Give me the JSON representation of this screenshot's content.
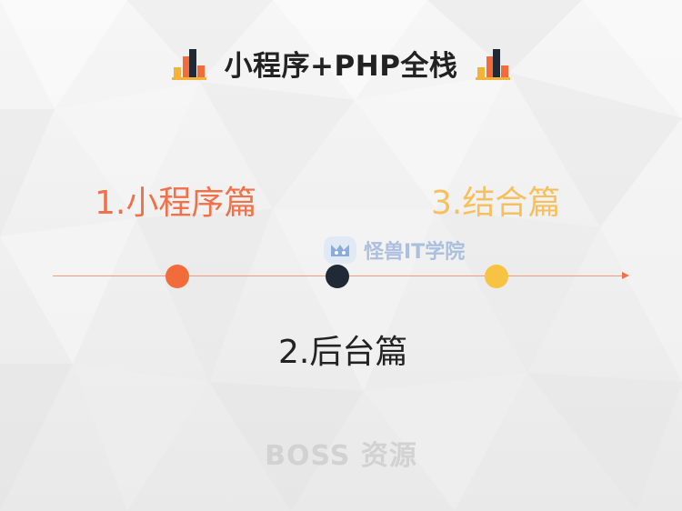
{
  "title": "小程序+PHP全栈",
  "icons": {
    "left": "bar-chart-icon",
    "right": "bar-chart-icon"
  },
  "stages": [
    {
      "label": "1.小程序篇",
      "color": "#f0714a"
    },
    {
      "label": "2.后台篇",
      "color": "#222222"
    },
    {
      "label": "3.结合篇",
      "color": "#f6c05e"
    }
  ],
  "timeline": {
    "dot_colors": [
      "#f26b3a",
      "#1f2a36",
      "#f8c243"
    ],
    "line_color": "#f29a7e"
  },
  "watermark": {
    "text": "怪兽IT学院",
    "icon": "monster-logo-icon"
  },
  "footer_watermark": "BOSS 资源"
}
